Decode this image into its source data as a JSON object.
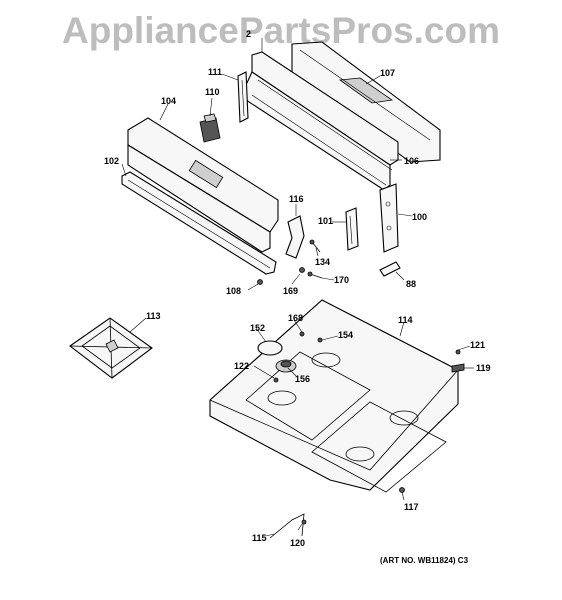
{
  "watermark": "AppliancePartsPros.com",
  "art_number": "(ART NO. WB11824) C3",
  "callouts": {
    "p_top": "2",
    "p111": "111",
    "p107": "107",
    "p110": "110",
    "p104": "104",
    "p106": "106",
    "p102": "102",
    "p116": "116",
    "p101": "101",
    "p100": "100",
    "p134": "134",
    "p170": "170",
    "p88": "88",
    "p108": "108",
    "p169": "169",
    "p113": "113",
    "p168": "168",
    "p114": "114",
    "p152": "152",
    "p154": "154",
    "p121": "121",
    "p122": "122",
    "p156": "156",
    "p119": "119",
    "p117": "117",
    "p115": "115",
    "p120": "120"
  }
}
